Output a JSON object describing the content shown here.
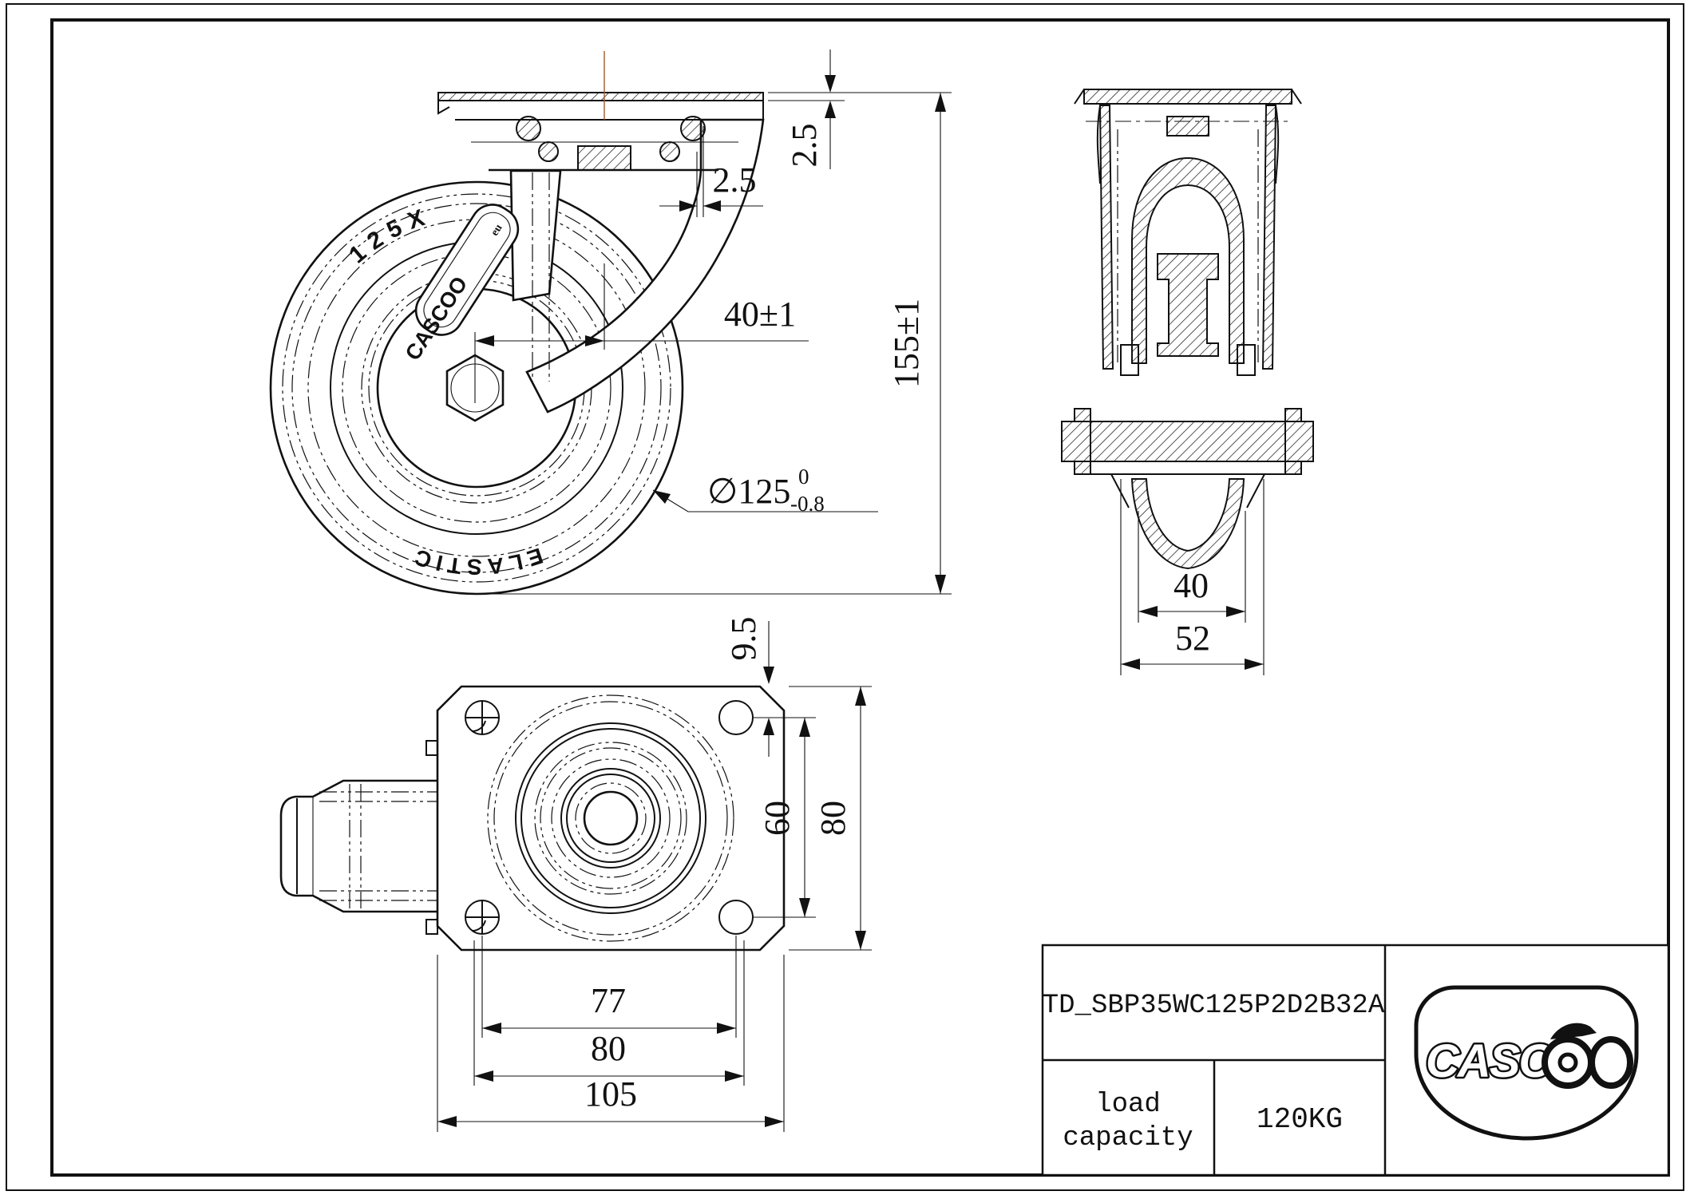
{
  "sheet": {
    "background": "#ffffff",
    "line_color": "#111111",
    "centerline_color": "#a05a2a"
  },
  "title_block": {
    "part_number": "TD_SBP35WC125P2D2B32A",
    "load_capacity_label_line1": "load",
    "load_capacity_label_line2": "capacity",
    "load_capacity_value": "120KG"
  },
  "brand": {
    "name": "CASCOO",
    "name_prefix": "CASC",
    "badge_text": "CASCOO",
    "badge_domain": "eu"
  },
  "wheel_markings": {
    "tire_size": "125X",
    "tire_material": "ELASTIC"
  },
  "dimensions": {
    "side_view": {
      "plate_thickness": "2.5",
      "housing_edge_offset": "2.5",
      "swivel_offset": "40±1",
      "overall_height": "155±1",
      "wheel_diameter": "∅125",
      "wheel_diameter_tol_upper": "0",
      "wheel_diameter_tol_lower": "-0.8"
    },
    "front_view": {
      "tread_width": "40",
      "overall_hub_width": "52"
    },
    "plan_view": {
      "hole_to_edge": "9.5",
      "bolt_spacing_vertical": "60",
      "plate_depth": "80",
      "bolt_spacing_horizontal": "77",
      "slot_spacing": "80",
      "plate_width": "105"
    }
  }
}
